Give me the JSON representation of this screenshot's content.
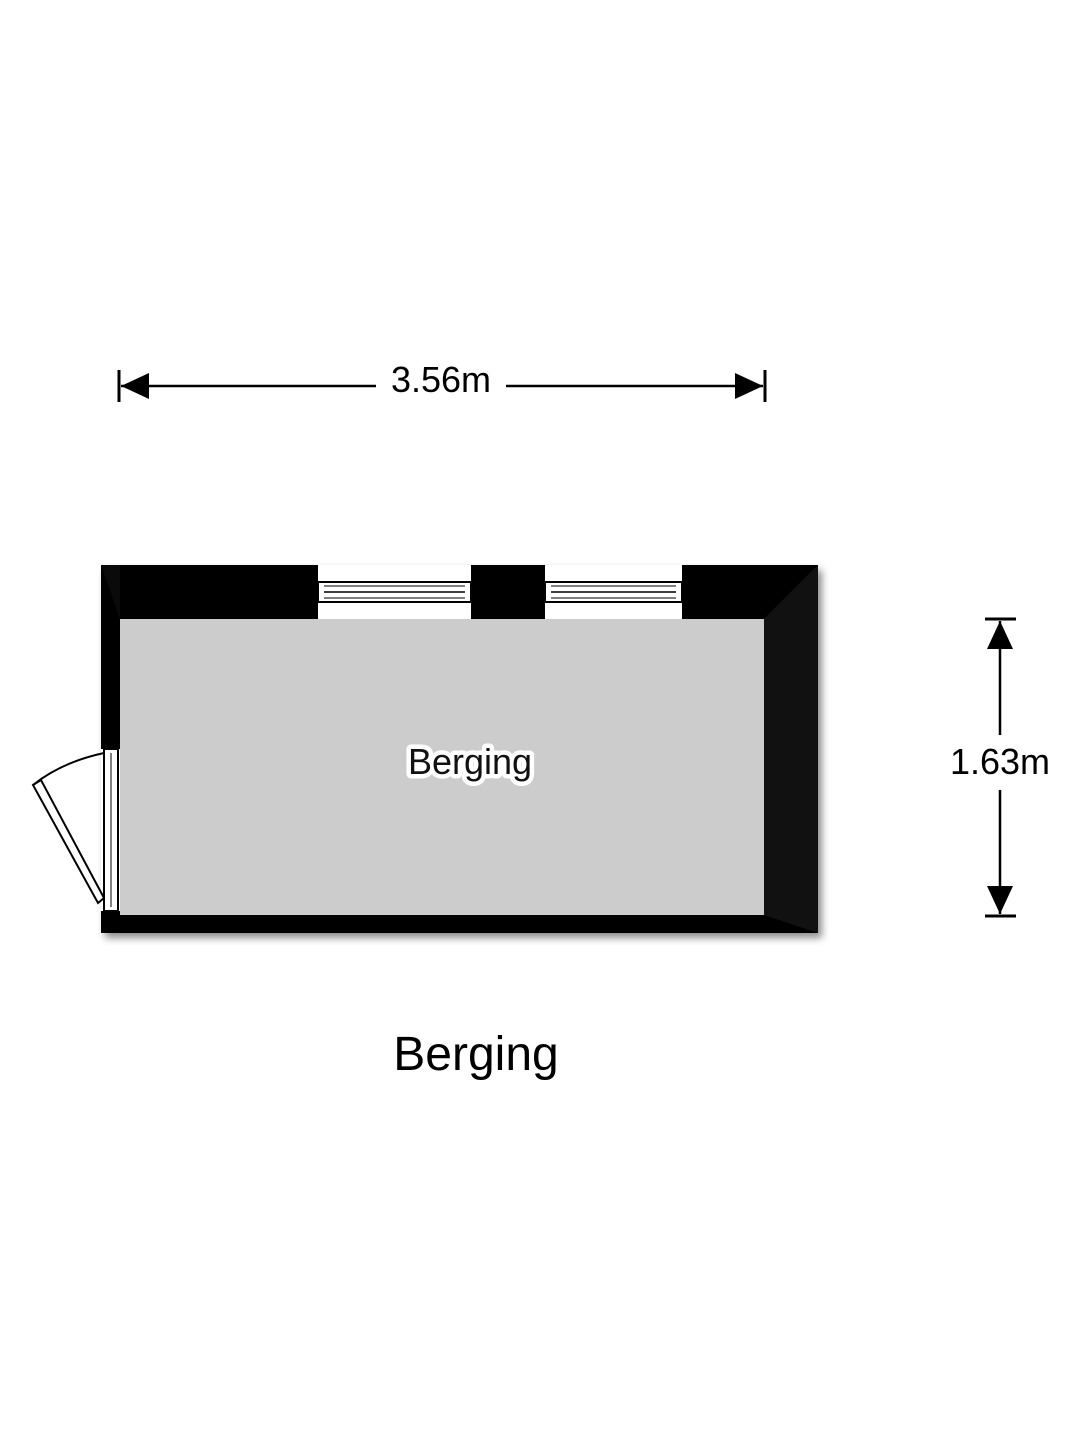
{
  "floorplan": {
    "width_label": "3.56m",
    "height_label": "1.63m",
    "room_label": "Berging",
    "caption": "Berging"
  },
  "colors": {
    "wall": "#000000",
    "floor": "#cccccc",
    "background": "#ffffff"
  }
}
